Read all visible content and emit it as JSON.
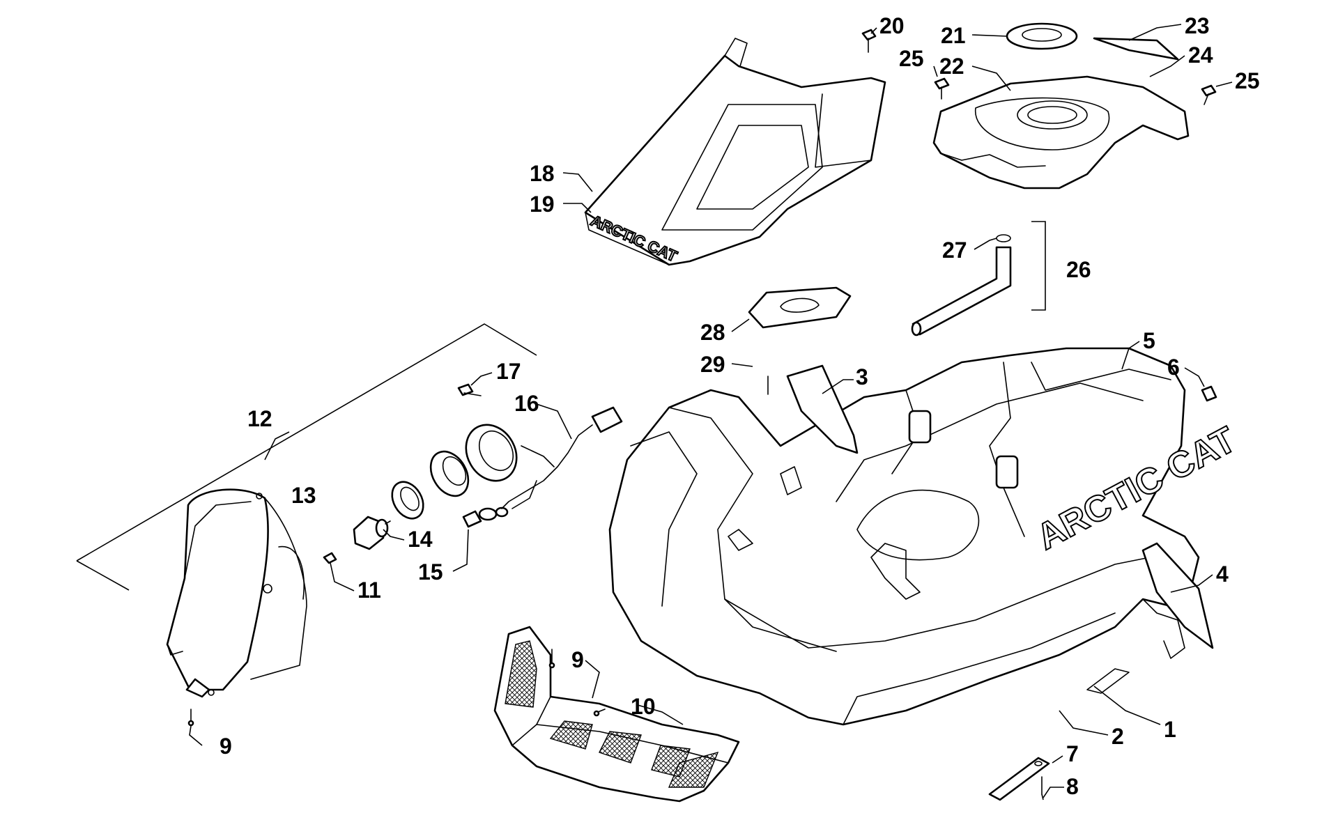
{
  "diagram": {
    "brand_text": "ARCTIC CAT",
    "callouts": [
      "1",
      "2",
      "3",
      "4",
      "5",
      "6",
      "7",
      "8",
      "9",
      "10",
      "11",
      "12",
      "13",
      "14",
      "15",
      "16",
      "17",
      "18",
      "19",
      "20",
      "21",
      "22",
      "23",
      "24",
      "25",
      "26",
      "27",
      "28",
      "29"
    ]
  }
}
